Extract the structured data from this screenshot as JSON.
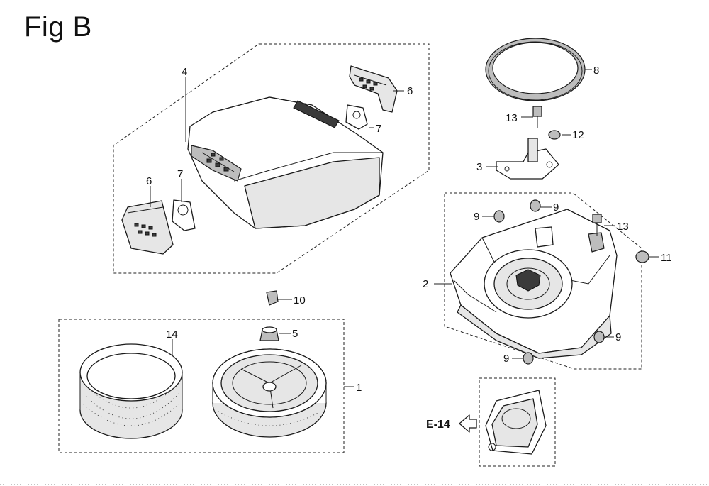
{
  "figure": {
    "title": "Fig B"
  },
  "reference": {
    "label": "E-14"
  },
  "callouts": [
    {
      "id": "c1",
      "text": "1"
    },
    {
      "id": "c2",
      "text": "2"
    },
    {
      "id": "c3",
      "text": "3"
    },
    {
      "id": "c4",
      "text": "4"
    },
    {
      "id": "c5",
      "text": "5"
    },
    {
      "id": "c6a",
      "text": "6"
    },
    {
      "id": "c6b",
      "text": "6"
    },
    {
      "id": "c7a",
      "text": "7"
    },
    {
      "id": "c7b",
      "text": "7"
    },
    {
      "id": "c8",
      "text": "8"
    },
    {
      "id": "c9a",
      "text": "9"
    },
    {
      "id": "c9b",
      "text": "9"
    },
    {
      "id": "c9c",
      "text": "9"
    },
    {
      "id": "c9d",
      "text": "9"
    },
    {
      "id": "c10",
      "text": "10"
    },
    {
      "id": "c11",
      "text": "11"
    },
    {
      "id": "c12",
      "text": "12"
    },
    {
      "id": "c13a",
      "text": "13"
    },
    {
      "id": "c13b",
      "text": "13"
    },
    {
      "id": "c14",
      "text": "14"
    }
  ]
}
